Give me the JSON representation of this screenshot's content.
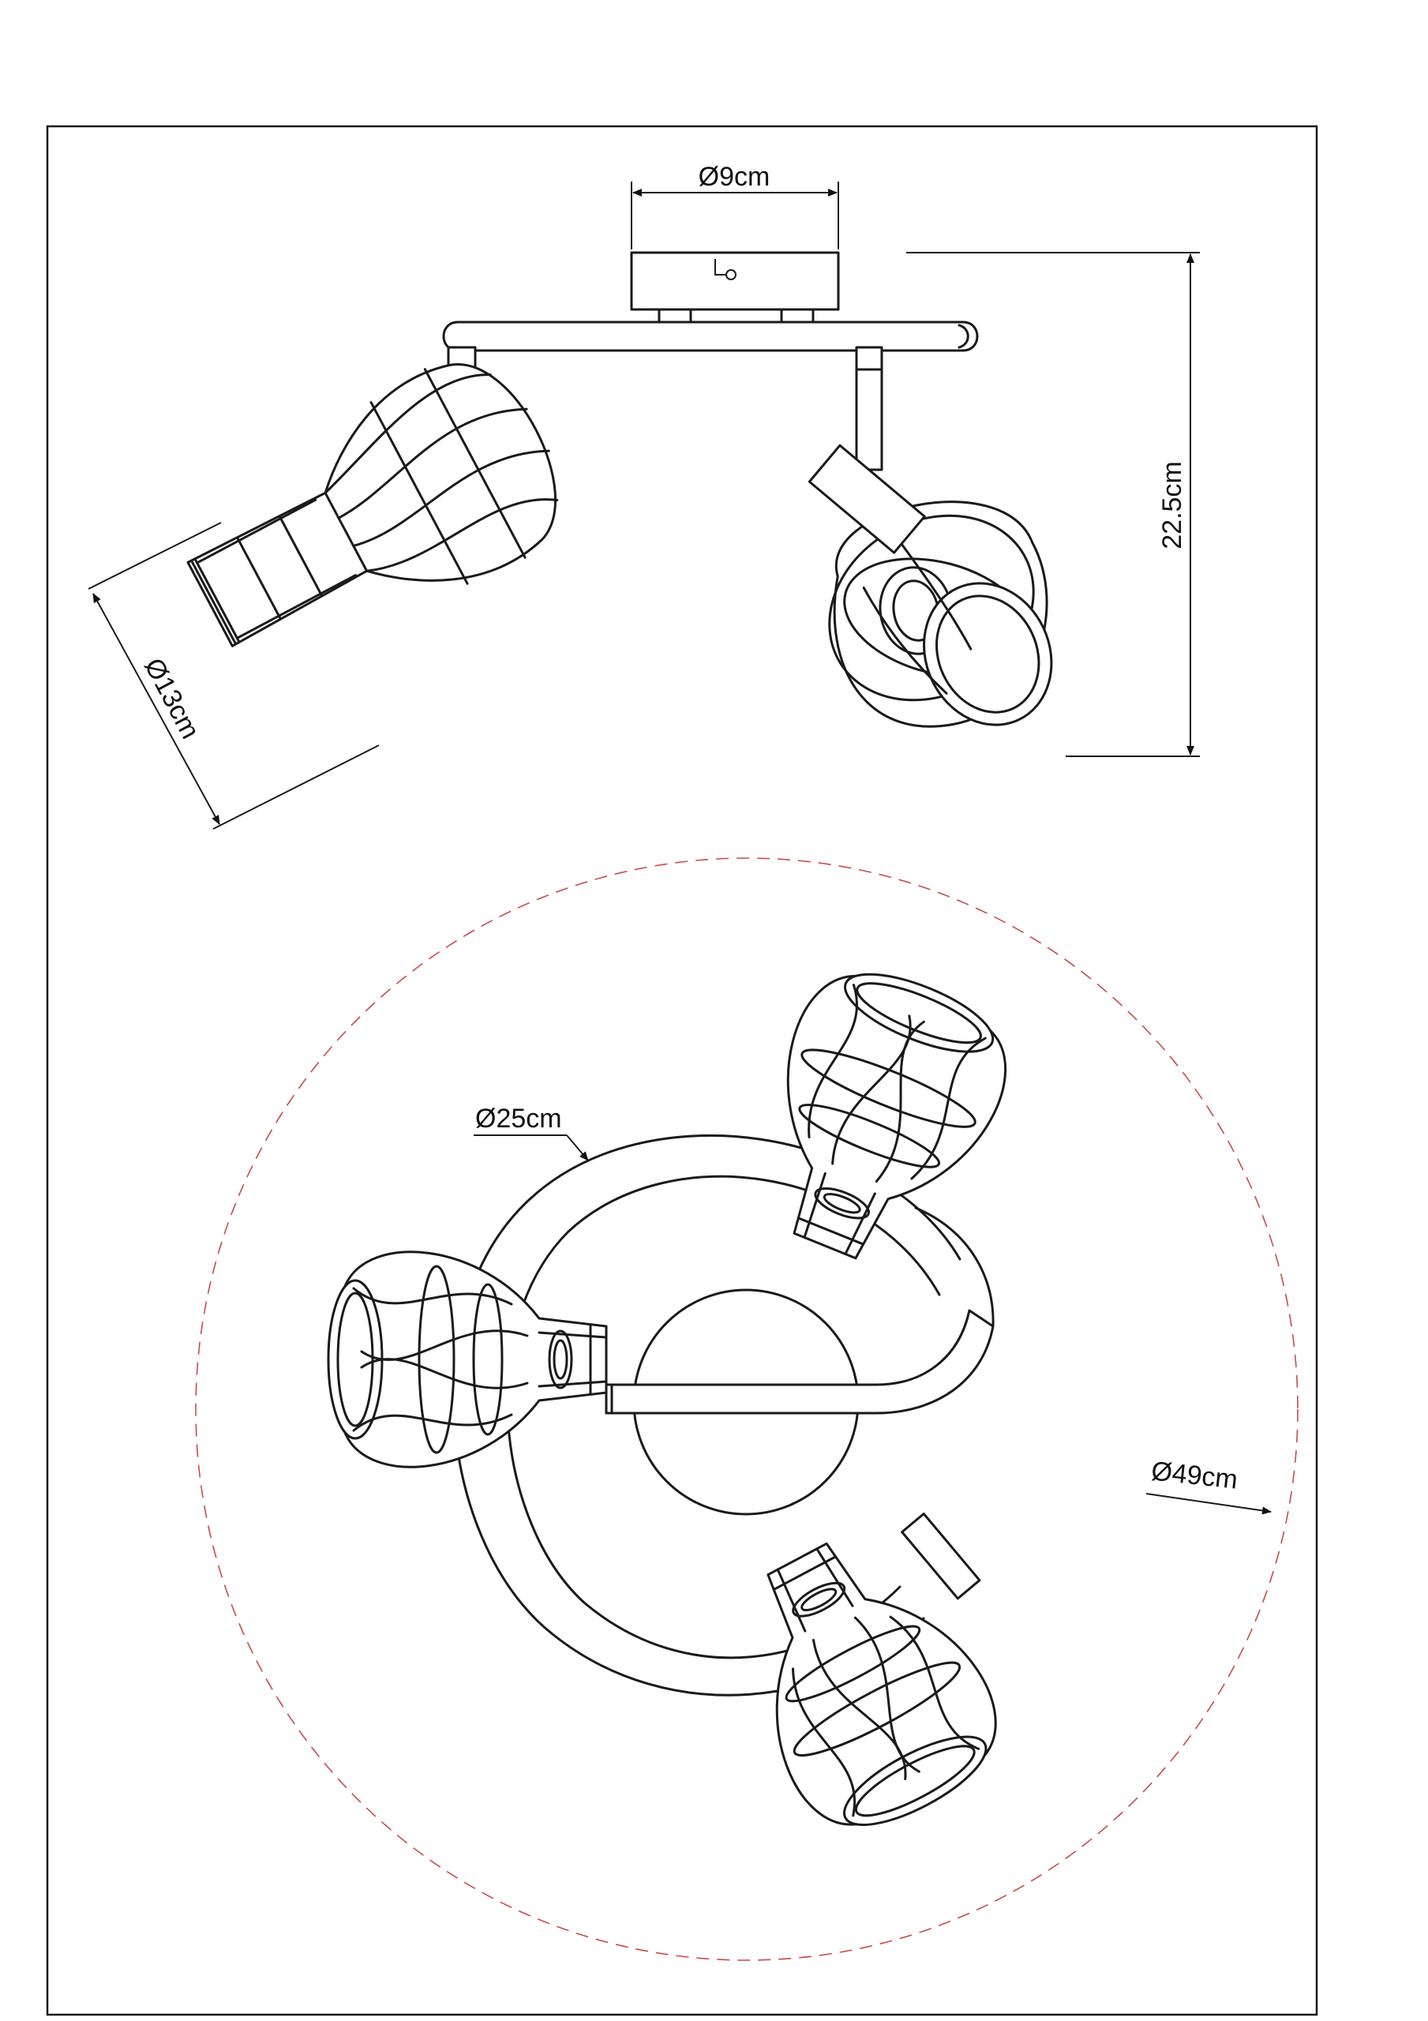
{
  "dimensions": {
    "canopy_diameter": "Ø9cm",
    "height": "22.5cm",
    "shade_diameter": "Ø13cm",
    "ring_diameter": "Ø25cm",
    "overall_diameter": "Ø49cm"
  },
  "colors": {
    "line": "#1a1a1a",
    "overall_circle": "#cc4a4a"
  }
}
